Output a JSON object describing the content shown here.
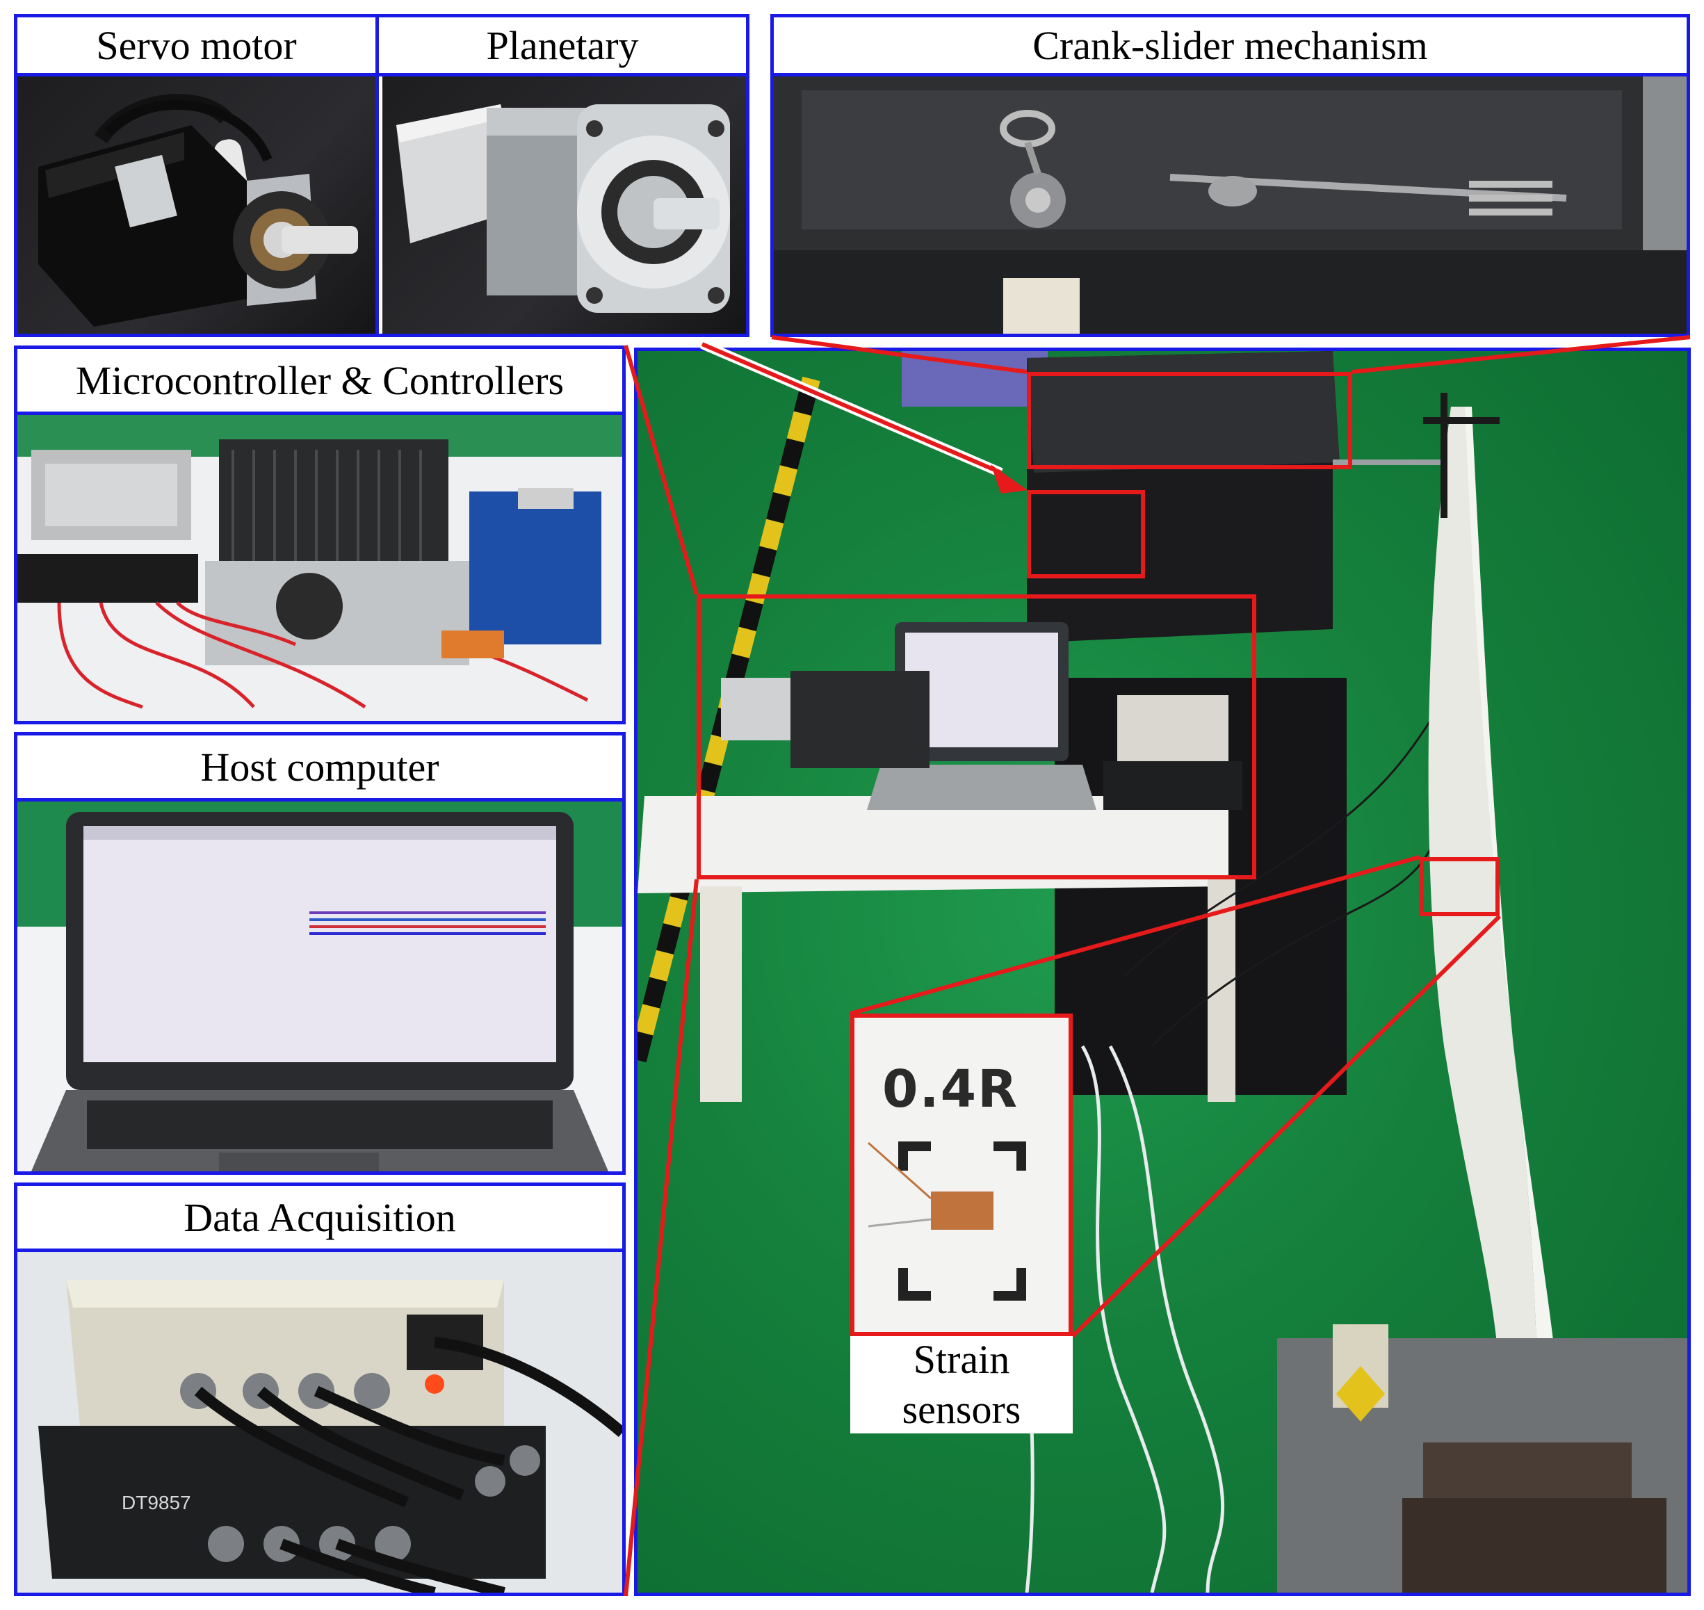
{
  "labels": {
    "servo_motor": "Servo motor",
    "planetary": "Planetary",
    "crank_slider": "Crank-slider mechanism",
    "microcontroller": "Microcontroller & Controllers",
    "host_computer": "Host computer",
    "data_acquisition": "Data Acquisition",
    "strain_sensors_line1": "Strain",
    "strain_sensors_line2": "sensors",
    "sensor_mark": "0.4R",
    "daq_model": "DT9857"
  },
  "colors": {
    "panel_border": "#1a1ae6",
    "highlight_red": "#e61a1a",
    "floor_green": "#15803c"
  }
}
